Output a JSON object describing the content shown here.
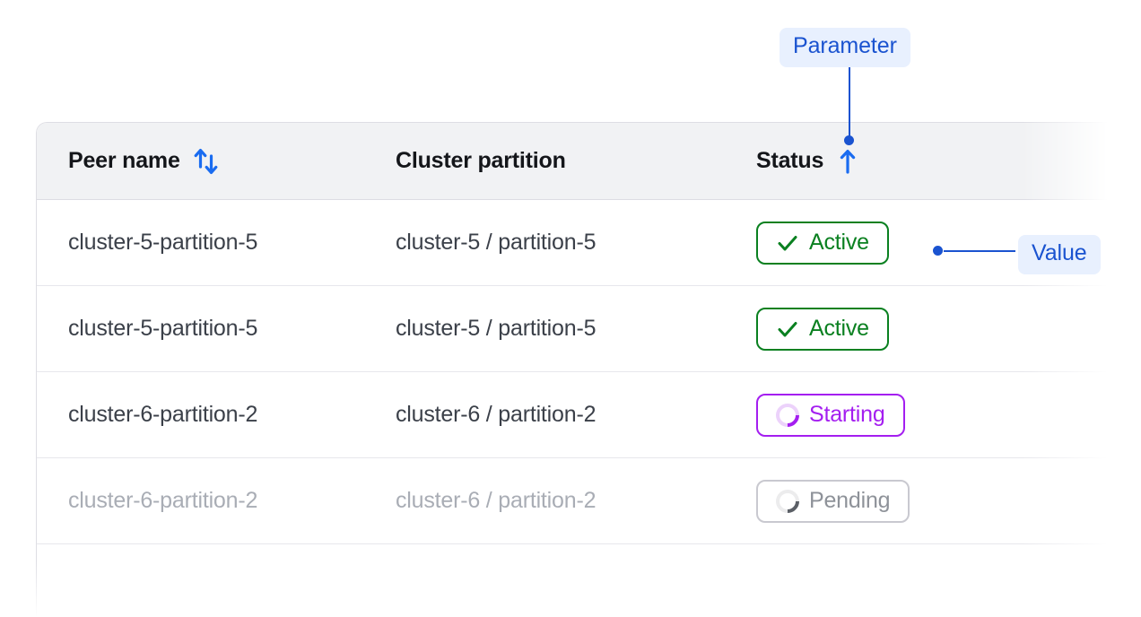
{
  "table": {
    "columns": [
      {
        "label": "Peer name",
        "sort_icon": "sort-both-arrows-icon"
      },
      {
        "label": "Cluster partition",
        "sort_icon": null
      },
      {
        "label": "Status",
        "sort_icon": "sort-ascending-arrow-icon"
      }
    ],
    "rows": [
      {
        "peer_name": "cluster-5-partition-5",
        "cluster_partition": "cluster-5 / partition-5",
        "status": "Active",
        "status_kind": "active",
        "status_icon": "check-icon",
        "dimmed": false
      },
      {
        "peer_name": "cluster-5-partition-5",
        "cluster_partition": "cluster-5 / partition-5",
        "status": "Active",
        "status_kind": "active",
        "status_icon": "check-icon",
        "dimmed": false
      },
      {
        "peer_name": "cluster-6-partition-2",
        "cluster_partition": "cluster-6 / partition-2",
        "status": "Starting",
        "status_kind": "starting",
        "status_icon": "spinner-icon",
        "dimmed": false
      },
      {
        "peer_name": "cluster-6-partition-2",
        "cluster_partition": "cluster-6 / partition-2",
        "status": "Pending",
        "status_kind": "pending",
        "status_icon": "spinner-icon",
        "dimmed": true
      }
    ]
  },
  "annotations": {
    "parameter_label": "Parameter",
    "value_label": "Value"
  },
  "colors": {
    "annotation_text": "#1a53d0",
    "annotation_bg": "#e8f0fe",
    "sort_icon": "#1a6cf0",
    "status_active": "#0a8020",
    "status_starting": "#a41ef0",
    "status_pending": "#8e9299",
    "header_bg": "#f1f2f4",
    "cell_text": "#3b4049",
    "cell_text_dimmed": "#a9adb5"
  }
}
